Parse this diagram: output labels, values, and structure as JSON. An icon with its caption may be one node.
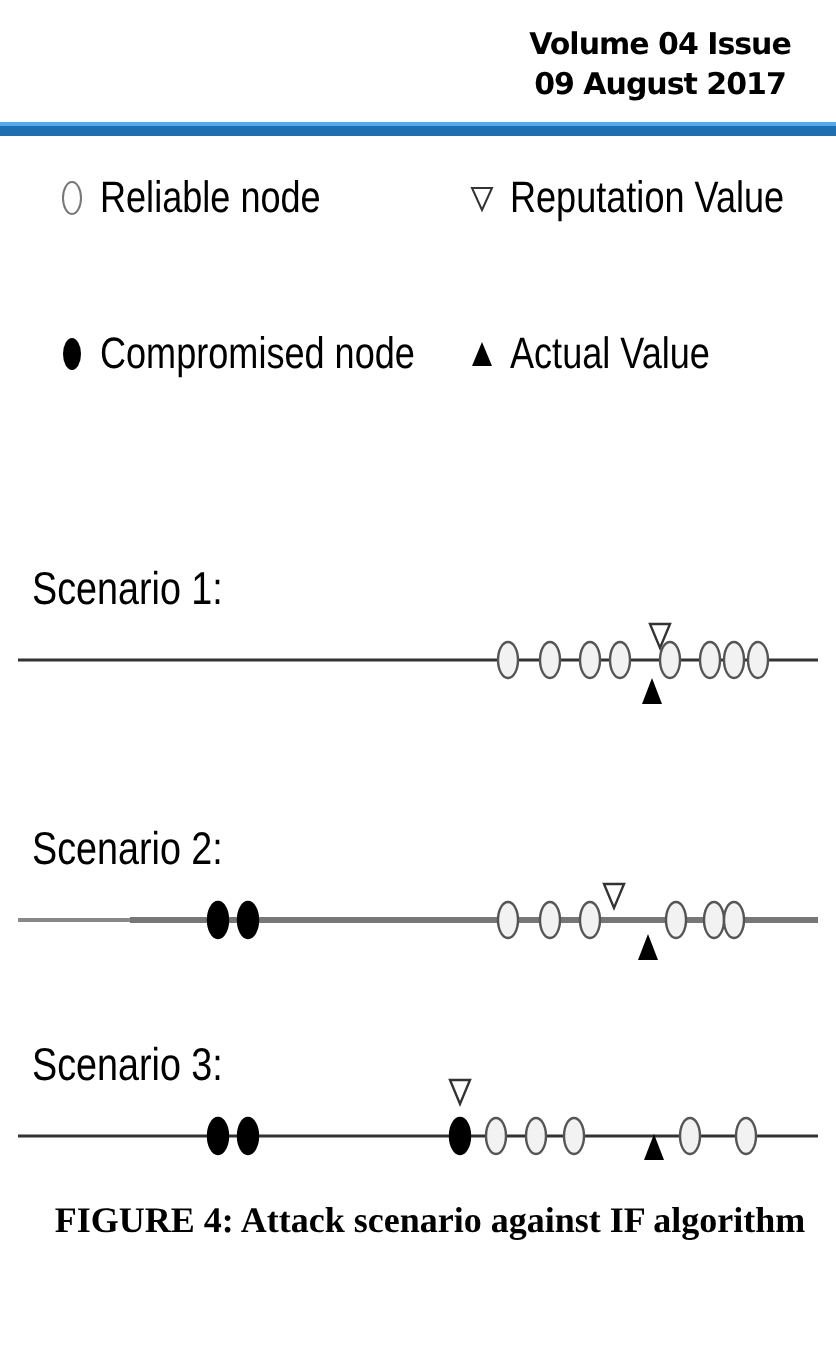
{
  "diagram": {
    "caption": "FIGURE 4: Attack scenario against IF algorithm",
    "labels": [
      "Volume 04 Issue 09 August 2017",
      "Scenario 1:",
      "Scenario 2:",
      "Scenario 3:"
    ],
    "legend": [
      {
        "text": "Reliable node"
      },
      {
        "text": "Reputation Value"
      },
      {
        "text": "Compromised node"
      },
      {
        "text": "Actual Value"
      }
    ]
  }
}
